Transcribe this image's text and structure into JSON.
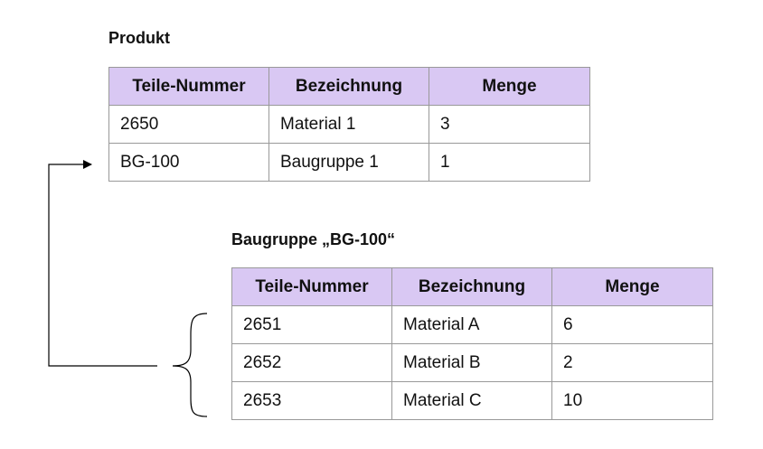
{
  "product": {
    "title": "Produkt",
    "headers": [
      "Teile-Nummer",
      "Bezeichnung",
      "Menge"
    ],
    "rows": [
      [
        "2650",
        "Material 1",
        "3"
      ],
      [
        "BG-100",
        "Baugruppe 1",
        "1"
      ]
    ]
  },
  "assembly": {
    "title": "Baugruppe „BG-100“",
    "headers": [
      "Teile-Nummer",
      "Bezeichnung",
      "Menge"
    ],
    "rows": [
      [
        "2651",
        "Material A",
        "6"
      ],
      [
        "2652",
        "Material B",
        "2"
      ],
      [
        "2653",
        "Material C",
        "10"
      ]
    ]
  },
  "colors": {
    "header_bg": "#d9c8f3",
    "border": "#999999",
    "connector": "#000000"
  }
}
